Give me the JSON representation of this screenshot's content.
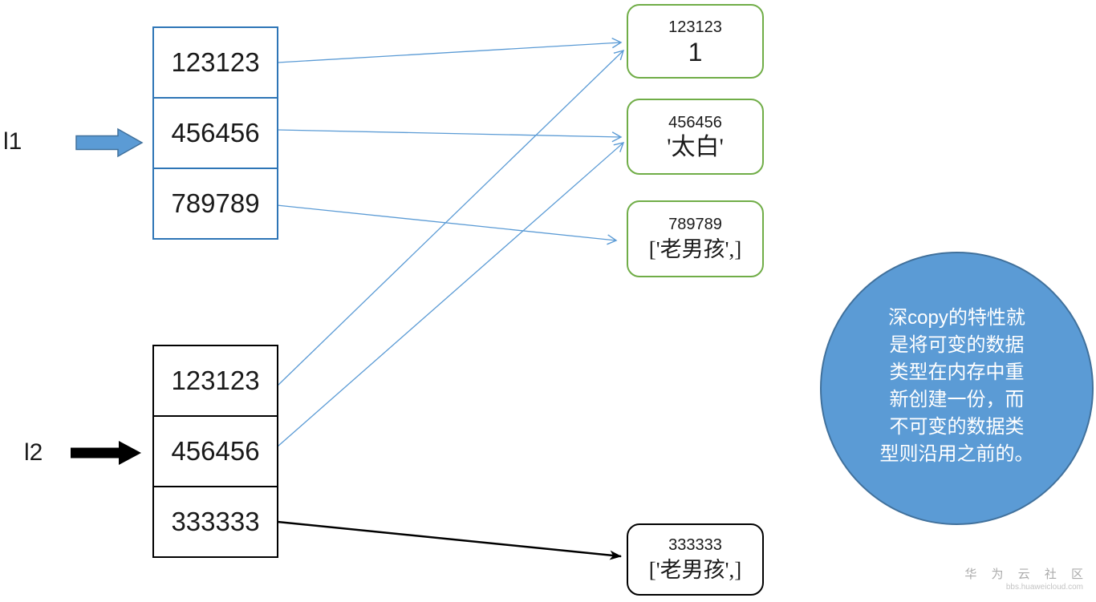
{
  "lists": {
    "l1": {
      "label": "l1",
      "cells": [
        "123123",
        "456456",
        "789789"
      ]
    },
    "l2": {
      "label": "l2",
      "cells": [
        "123123",
        "456456",
        "333333"
      ]
    }
  },
  "objects": [
    {
      "address": "123123",
      "value": "1"
    },
    {
      "address": "456456",
      "value": "'太白'"
    },
    {
      "address": "789789",
      "value": "['老男孩',]"
    },
    {
      "address": "333333",
      "value": "['老男孩',]"
    }
  ],
  "annotation": {
    "text": "深copy的特性就\n是将可变的数据\n类型在内存中重\n新创建一份，而\n不可变的数据类\n型则沿用之前的。"
  },
  "watermark": {
    "name": "华 为 云 社 区",
    "url": "bbs.huaweicloud.com"
  },
  "colors": {
    "list_l1_border": "#2E75B6",
    "list_l2_border": "#000000",
    "object_green_border": "#70AD47",
    "object_black_border": "#000000",
    "arrow_blue": "#5B9BD5",
    "arrow_black": "#000000",
    "bubble_fill": "#5B9BD5",
    "bubble_border": "#41719C",
    "bubble_text": "#FFFFFF"
  }
}
